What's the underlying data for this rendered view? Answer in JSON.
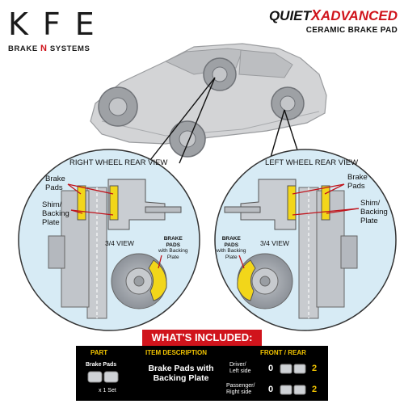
{
  "logo": {
    "main": "KFE",
    "sub_left": "BRAKE",
    "sub_mid": "N",
    "sub_right": "SYSTEMS"
  },
  "brand": {
    "quiet": "QUIET",
    "x": "X",
    "advanced": "ADVANCED",
    "subtitle": "CERAMIC BRAKE PAD"
  },
  "right_view": {
    "title": "RIGHT WHEEL REAR VIEW",
    "brake_pads": [
      "Brake",
      "Pads"
    ],
    "shim": [
      "Shim/",
      "Backing",
      "Plate"
    ],
    "three_quarter": "3/4 VIEW",
    "pad_label": [
      "BRAKE",
      "PADS",
      "with Backing",
      "Plate"
    ]
  },
  "left_view": {
    "title": "LEFT WHEEL REAR VIEW",
    "brake_pads": [
      "Brake",
      "Pads"
    ],
    "shim": [
      "Shim/",
      "Backing",
      "Plate"
    ],
    "three_quarter": "3/4 VIEW",
    "pad_label": [
      "BRAKE",
      "PADS",
      "with Backing",
      "Plate"
    ]
  },
  "included": {
    "title": "WHAT'S INCLUDED:",
    "headers": {
      "part": "PART",
      "item": "ITEM DESCRIPTION",
      "front": "FRONT",
      "slash": "/",
      "rear": "REAR"
    },
    "part_name": "Brake Pads",
    "part_qty": "x 1 Set",
    "description": "Brake Pads with Backing Plate",
    "rows": [
      {
        "side": [
          "Driver/",
          "Left side"
        ],
        "front": "0",
        "rear": "2"
      },
      {
        "side": [
          "Passenger/",
          "Right side"
        ],
        "front": "0",
        "rear": "2"
      }
    ]
  },
  "colors": {
    "accent_red": "#d0141c",
    "pad_yellow": "#f2d61a",
    "circle_fill": "#d7ebf5",
    "header_yellow": "#f2c400"
  }
}
